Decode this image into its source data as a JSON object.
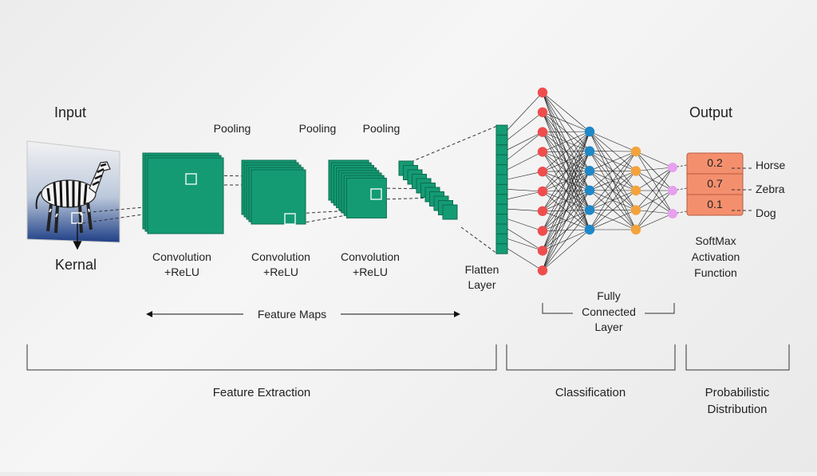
{
  "input": {
    "title": "Input",
    "kernel_label": "Kernal"
  },
  "stages": {
    "pool1": "Pooling",
    "pool2": "Pooling",
    "pool3": "Pooling",
    "conv1_a": "Convolution",
    "conv1_b": "+ReLU",
    "conv2_a": "Convolution",
    "conv2_b": "+ReLU",
    "conv3_a": "Convolution",
    "conv3_b": "+ReLU"
  },
  "flatten": {
    "line1": "Flatten",
    "line2": "Layer"
  },
  "feature_maps": "Feature Maps",
  "fully_connected": {
    "line1": "Fully",
    "line2": "Connected",
    "line3": "Layer"
  },
  "output": {
    "title": "Output",
    "probs": [
      "0.2",
      "0.7",
      "0.1"
    ],
    "classes": [
      "Horse",
      "Zebra",
      "Dog"
    ]
  },
  "softmax": {
    "line1": "SoftMax",
    "line2": "Activation",
    "line3": "Function"
  },
  "sections": {
    "extraction": "Feature Extraction",
    "classification": "Classification",
    "prob_a": "Probabilistic",
    "prob_b": "Distribution"
  },
  "colors": {
    "map": "#149b74",
    "map_edge": "#0b6b4f",
    "red_node": "#ef4d4d",
    "blue_node": "#1e88c8",
    "orange_node": "#f4a33c",
    "pink_node": "#e7a0ee",
    "softmax_box": "#f48f6e"
  },
  "network": {
    "layer1_nodes": 10,
    "layer2_nodes": 6,
    "layer3_nodes": 5,
    "output_nodes": 3
  }
}
